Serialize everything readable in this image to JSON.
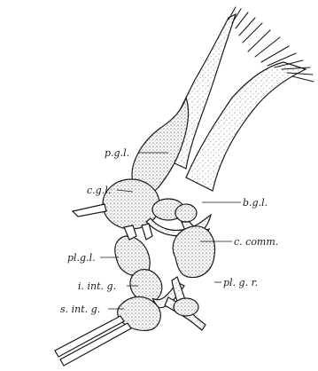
{
  "figure": {
    "labels": {
      "pgl": "p.g.l.",
      "cgl": "c.g.l.",
      "bgl": "b.g.l.",
      "plgl": "pl.g.l.",
      "ccomm": "c. comm.",
      "intg": "i. int. g.",
      "plgr": "pl. g. r.",
      "sintg": "s. int. g."
    },
    "ink_color": "#1a1a1a"
  }
}
